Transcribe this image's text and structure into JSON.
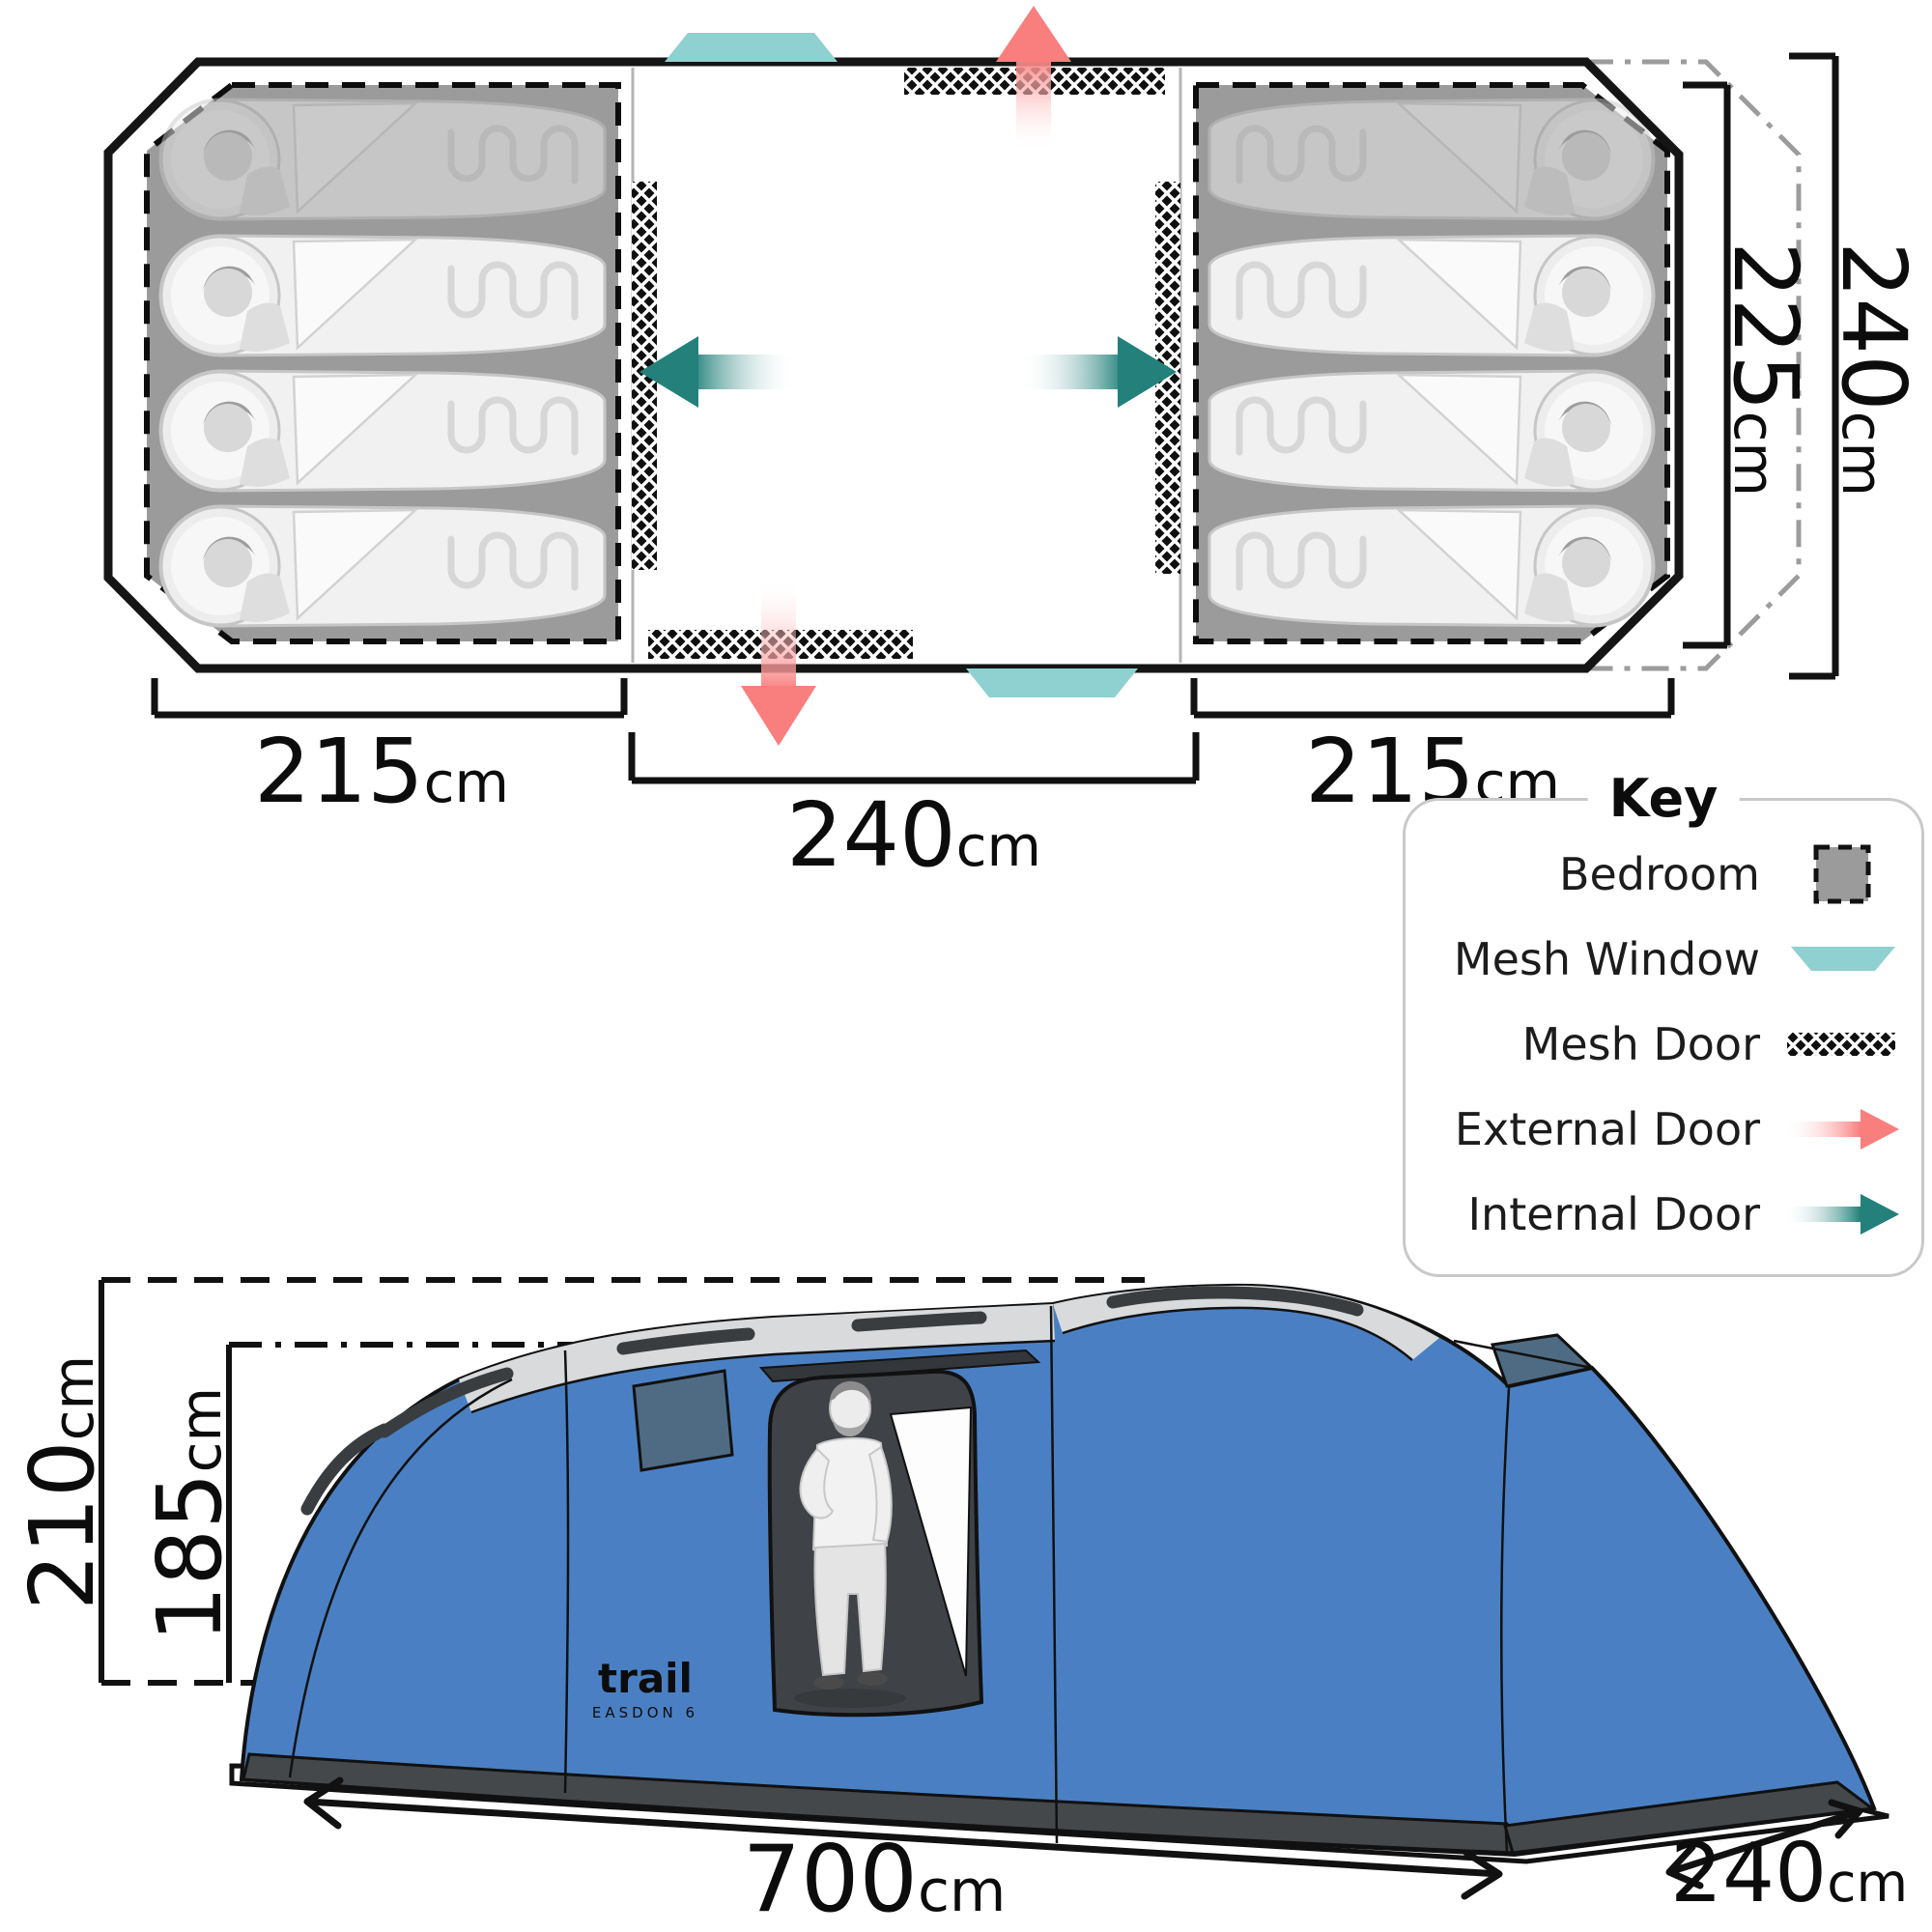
{
  "floor_plan": {
    "bottom_dims": {
      "left": {
        "value": "215",
        "unit": "cm"
      },
      "center": {
        "value": "240",
        "unit": "cm"
      },
      "right": {
        "value": "215",
        "unit": "cm"
      }
    },
    "side_dims": {
      "inner": {
        "value": "225",
        "unit": "cm"
      },
      "outer": {
        "value": "240",
        "unit": "cm"
      }
    },
    "key": {
      "title": "Key",
      "items": [
        {
          "label": "Bedroom"
        },
        {
          "label": "Mesh Window"
        },
        {
          "label": "Mesh Door"
        },
        {
          "label": "External Door"
        },
        {
          "label": "Internal Door"
        }
      ]
    }
  },
  "side_view": {
    "dims": {
      "outer_height": {
        "value": "210",
        "unit": "cm"
      },
      "inner_height": {
        "value": "185",
        "unit": "cm"
      },
      "length": {
        "value": "700",
        "unit": "cm"
      },
      "depth": {
        "value": "240",
        "unit": "cm"
      }
    },
    "logo": {
      "brand": "trail",
      "model": "EASDON 6"
    }
  },
  "colors": {
    "tent_blue": "#4a80c3",
    "bedroom_gray": "#9b9b9b",
    "mesh_window_teal": "#8fd0d0",
    "external_door_red": "#f97e7e",
    "internal_door_teal": "#23807a"
  }
}
